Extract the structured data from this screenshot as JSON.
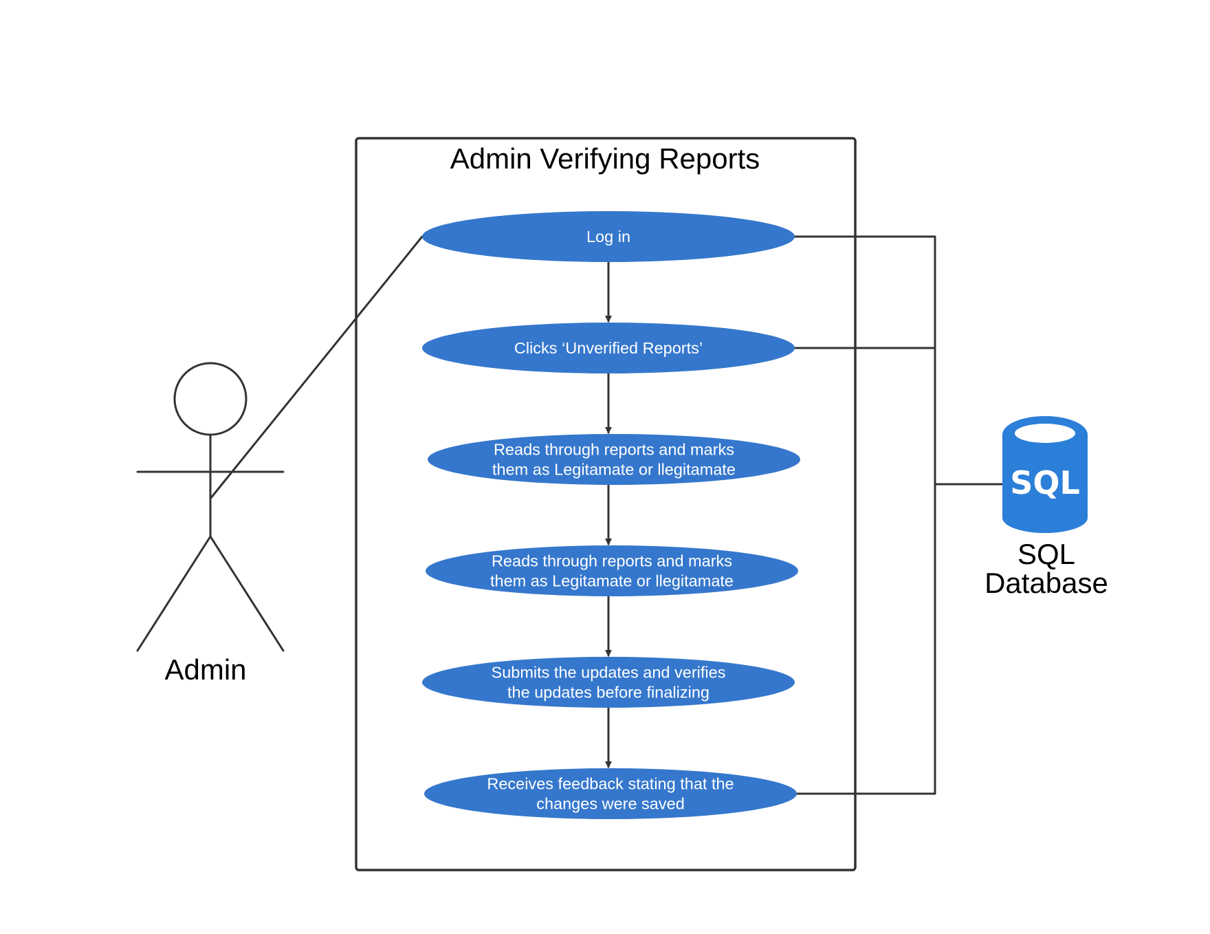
{
  "system": {
    "title": "Admin Verifying Reports"
  },
  "actor": {
    "name": "Admin"
  },
  "database": {
    "icon_label": "SQL",
    "name_line1": "SQL",
    "name_line2": "Database",
    "icon": "database-cylinder-icon"
  },
  "use_cases": [
    {
      "lines": [
        "Log in"
      ]
    },
    {
      "lines": [
        "Clicks ‘Unverified Reports’"
      ]
    },
    {
      "lines": [
        "Reads through reports and marks",
        "them as Legitamate or llegitamate"
      ]
    },
    {
      "lines": [
        "Reads through reports and marks",
        "them as Legitamate or llegitamate"
      ]
    },
    {
      "lines": [
        "Submits the updates and verifies",
        "the updates before finalizing"
      ]
    },
    {
      "lines": [
        "Receives feedback stating that the",
        "changes were saved"
      ]
    }
  ],
  "colors": {
    "use_case_fill": "#3577cc",
    "database_fill": "#2b7fd9",
    "line": "#333333",
    "border": "#333333"
  }
}
